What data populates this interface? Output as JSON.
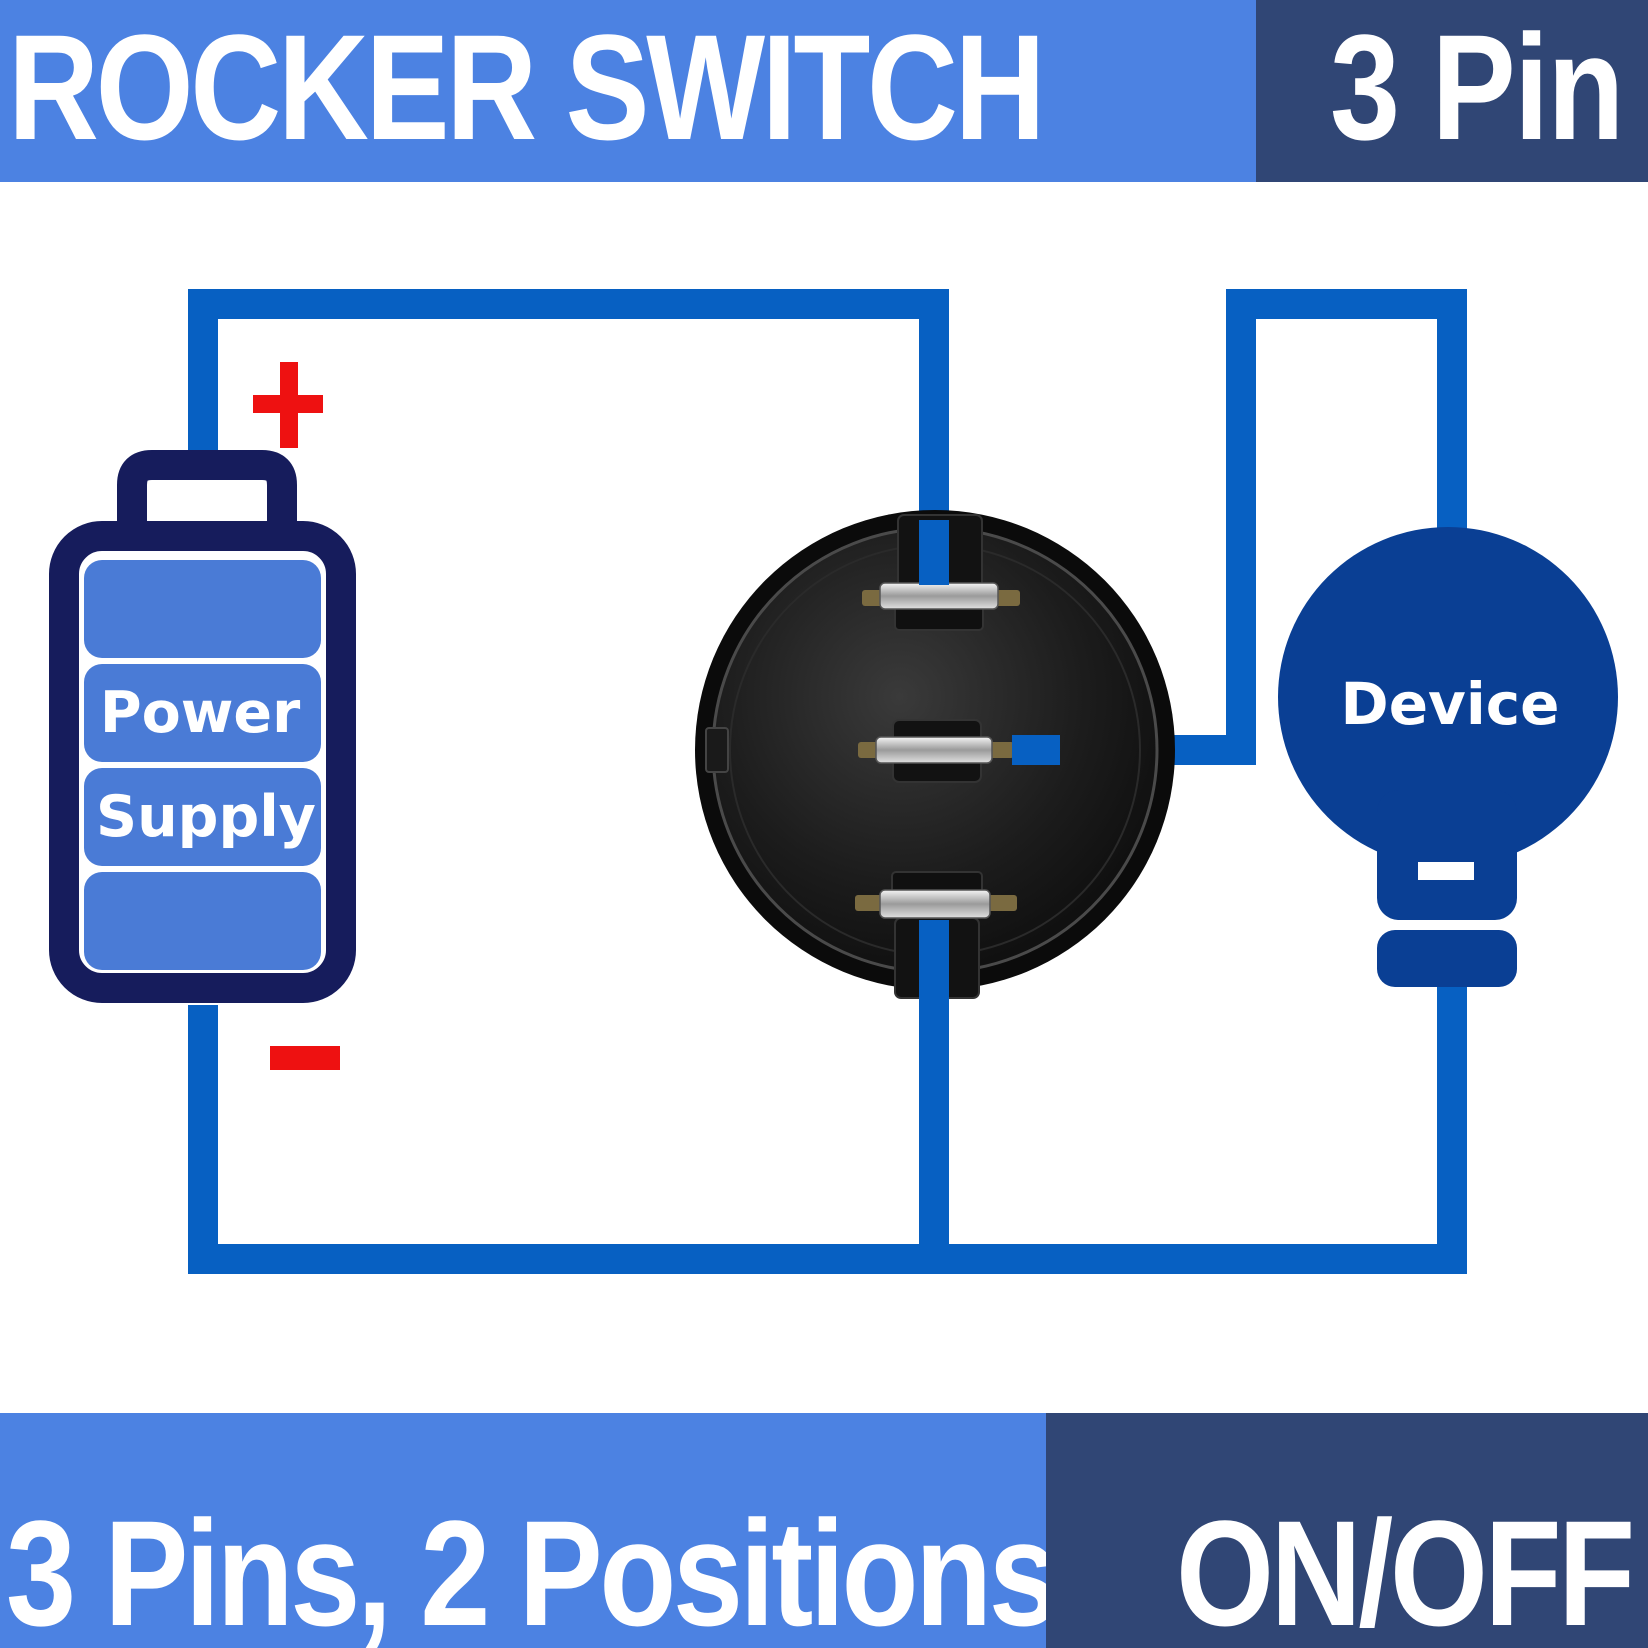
{
  "header": {
    "title": "ROCKER SWITCH",
    "pin_count": "3 Pin"
  },
  "footer": {
    "spec": "3 Pins, 2 Positions",
    "mode": "ON/OFF"
  },
  "diagram": {
    "battery": {
      "label_line1": "Power",
      "label_line2": "Supply",
      "positive_symbol": "+",
      "negative_symbol": "−"
    },
    "device": {
      "label": "Device"
    },
    "colors": {
      "header_light": "#4c82e2",
      "header_dark": "#304675",
      "wire": "#0760c2",
      "battery_outline": "#161c5c",
      "battery_cell": "#4a7bd6",
      "device_fill": "#0a3f94",
      "polarity": "#ee1111"
    }
  }
}
